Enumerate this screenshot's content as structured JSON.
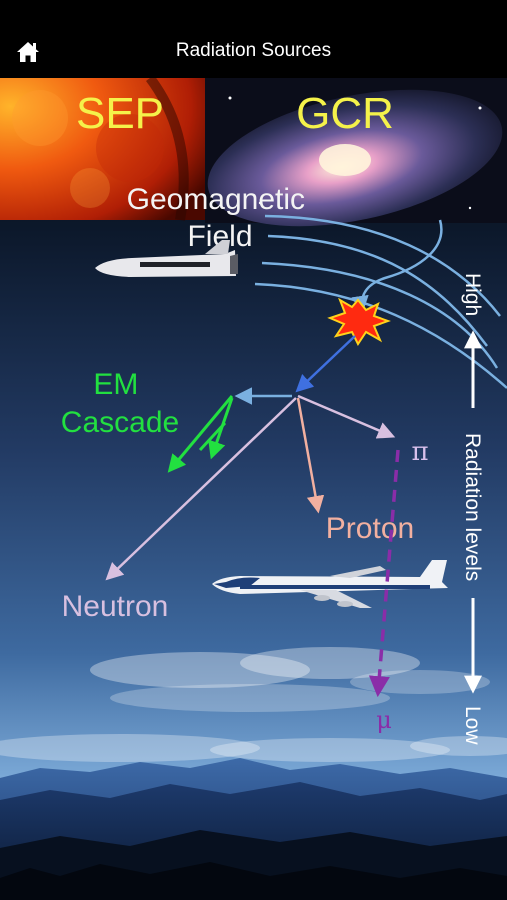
{
  "nav": {
    "title": "Radiation Sources",
    "home_icon": "home-icon"
  },
  "diagram": {
    "sep": "SEP",
    "gcr": "GCR",
    "geomagnetic_line1": "Geomagnetic",
    "geomagnetic_line2": "Field",
    "em_line1": "EM",
    "em_line2": "Cascade",
    "pi": "π",
    "proton": "Proton",
    "neutron": "Neutron",
    "mu": "μ",
    "high": "High",
    "levels": "Radiation levels",
    "low": "Low"
  },
  "colors": {
    "em_green": "#22e040",
    "proton_pink": "#f2b0a0",
    "neutron_lilac": "#d8c0e0",
    "pion_purple": "#8a2da8",
    "label_yellow": "#f5f24a"
  }
}
